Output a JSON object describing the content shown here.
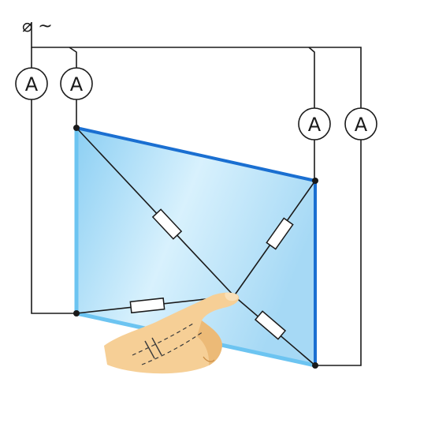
{
  "supply": {
    "label": "⌀ ~"
  },
  "ammeters": [
    {
      "id": "outer-left",
      "label": "A"
    },
    {
      "id": "inner-left",
      "label": "A"
    },
    {
      "id": "inner-right",
      "label": "A"
    },
    {
      "id": "outer-right",
      "label": "A"
    }
  ],
  "colors": {
    "panel_fill": "#9fd6f4",
    "panel_edge": "#1a6fd1",
    "panel_edge_light": "#5bb9ee",
    "wire": "#1a1a1a",
    "skin": "#f6cf96",
    "skin_shadow": "#e3aa5e"
  },
  "icons": {
    "finger": "pointing-finger-icon"
  }
}
